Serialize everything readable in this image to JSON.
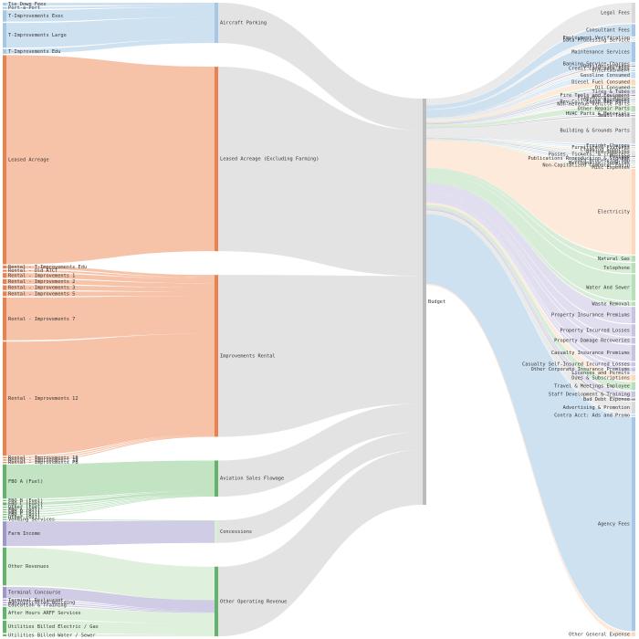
{
  "chart_data": {
    "type": "sankey",
    "title": "",
    "stages": [
      [
        "Tie Down Fees",
        "Port-a-Port",
        "T-Improvements Exec",
        "T-Improvements Large",
        "T-Improvements Edu",
        "Leased Acreage",
        "Rental - T-Improvements Edu",
        "Rental - Old ATCT",
        "Rental - Improvements 1",
        "Rental - Improvements 2",
        "Rental - Improvements 3",
        "Rental - Improvements 5",
        "Rental - Improvements 7",
        "Rental - Improvements 12",
        "Rental - Improvements 18",
        "Rental - Improvements 19",
        "Rental - Improvements PB",
        "FBO A (Fuel)",
        "FBO B (Fuel)",
        "FBO C (Fuel)",
        "Other (Fuel)",
        "FBO A (Oil)",
        "FBO B (Oil)",
        "FBO C (Oil)",
        "Other (Oil)",
        "Vending Services",
        "Farm Income",
        "Other Revenues",
        "Terminal Concourse",
        "Terminal Restaurant",
        "Administration Building",
        "Education & Training",
        "After Hours ARFF Services",
        "Utilities Billed Electric / Gas",
        "Utilities Billed Water / Sewer"
      ],
      [
        "Aircraft Parking",
        "Leased Acreage (Excluding Farming)",
        "Improvements Rental",
        "Aviation Sales Flowage",
        "Concessions",
        "Other Operating Revenue"
      ],
      [
        "Budget"
      ],
      [
        "Legal Fees",
        "Consultant Fees",
        "Employment Verification",
        "Data Processing Service",
        "Maintenance Services",
        "Banking Service Charges",
        "Outside Services",
        "Credit Card Bank Fees",
        "Entertainment",
        "Gasoline Consumed",
        "Diesel Fuel Consumed",
        "Oil Consumed",
        "Tires & Tubes",
        "Fire Tools and Equipment",
        "Fire Miscellaneous",
        "Office Equipment",
        "Rev Coll Equip Rep Parts",
        "Non-Revenue Vehicle Parts",
        "Other Repair Parts",
        "HVAC Parts & Materials",
        "Small Tools",
        "Building & Grounds Parts",
        "Freight Charges",
        "Furniture & Fixtures",
        "Cleaning Supplies",
        "Office Supplies",
        "Passes, Tickets, & Transfers",
        "Postage",
        "Publications Reproduction & Signage",
        "Data Processing Sup",
        "Merchandise, Supplies",
        "Non-Capitalized Computer Equip",
        "Misc Expenses",
        "Electricity",
        "Natural Gas",
        "Telephone",
        "Water And Sewer",
        "Waste Removal",
        "Property Insurance Premiums",
        "Property Incurred Losses",
        "Property Damage Recoveries",
        "Casualty Insurance Premiums",
        "Casualty Self-Insured Incurred Losses",
        "Other Corporate Insurance Premiums",
        "Licenses and Permits",
        "Dues & Subscriptions",
        "Travel & Meetings Employee",
        "Staff Development & Training",
        "Bad Debt Expense",
        "Advertising & Promotion",
        "Contra Acct: Ads and Promo",
        "Agency Fees",
        "Other General Expense"
      ]
    ],
    "flows": [
      {
        "source": "Tie Down Fees",
        "target": "Aircraft Parking",
        "value": 0.3
      },
      {
        "source": "Port-a-Port",
        "target": "Aircraft Parking",
        "value": 0.2
      },
      {
        "source": "T-Improvements Exec",
        "target": "Aircraft Parking",
        "value": 1.2
      },
      {
        "source": "T-Improvements Large",
        "target": "Aircraft Parking",
        "value": 2.6
      },
      {
        "source": "T-Improvements Edu",
        "target": "Aircraft Parking",
        "value": 0.5
      },
      {
        "source": "Leased Acreage",
        "target": "Leased Acreage (Excluding Farming)",
        "value": 22.0
      },
      {
        "source": "Rental - T-Improvements Edu",
        "target": "Improvements Rental",
        "value": 0.3
      },
      {
        "source": "Rental - Old ATCT",
        "target": "Improvements Rental",
        "value": 0.2
      },
      {
        "source": "Rental - Improvements 1",
        "target": "Improvements Rental",
        "value": 0.5
      },
      {
        "source": "Rental - Improvements 2",
        "target": "Improvements Rental",
        "value": 0.5
      },
      {
        "source": "Rental - Improvements 3",
        "target": "Improvements Rental",
        "value": 0.5
      },
      {
        "source": "Rental - Improvements 5",
        "target": "Improvements Rental",
        "value": 0.5
      },
      {
        "source": "Rental - Improvements 7",
        "target": "Improvements Rental",
        "value": 4.5
      },
      {
        "source": "Rental - Improvements 12",
        "target": "Improvements Rental",
        "value": 12.0
      },
      {
        "source": "Rental - Improvements 18",
        "target": "Improvements Rental",
        "value": 0.1
      },
      {
        "source": "Rental - Improvements 19",
        "target": "Improvements Rental",
        "value": 0.1
      },
      {
        "source": "Rental - Improvements PB",
        "target": "Improvements Rental",
        "value": 0.1
      },
      {
        "source": "FBO A (Fuel)",
        "target": "Aviation Sales Flowage",
        "value": 3.6
      },
      {
        "source": "FBO B (Fuel)",
        "target": "Aviation Sales Flowage",
        "value": 0.1
      },
      {
        "source": "FBO C (Fuel)",
        "target": "Aviation Sales Flowage",
        "value": 0.3
      },
      {
        "source": "Other (Fuel)",
        "target": "Aviation Sales Flowage",
        "value": 0.1
      },
      {
        "source": "FBO A (Oil)",
        "target": "Aviation Sales Flowage",
        "value": 0.05
      },
      {
        "source": "FBO B (Oil)",
        "target": "Aviation Sales Flowage",
        "value": 0.05
      },
      {
        "source": "FBO C (Oil)",
        "target": "Aviation Sales Flowage",
        "value": 0.05
      },
      {
        "source": "Other (Oil)",
        "target": "Aviation Sales Flowage",
        "value": 0.05
      },
      {
        "source": "Vending Services",
        "target": "Concessions",
        "value": 0.1
      },
      {
        "source": "Farm Income",
        "target": "Concessions",
        "value": 2.6
      },
      {
        "source": "Other Revenues",
        "target": "Other Operating Revenue",
        "value": 4.0
      },
      {
        "source": "Terminal Concourse",
        "target": "Other Operating Revenue",
        "value": 1.2
      },
      {
        "source": "Terminal Restaurant",
        "target": "Other Operating Revenue",
        "value": 0.1
      },
      {
        "source": "Administration Building",
        "target": "Other Operating Revenue",
        "value": 0.1
      },
      {
        "source": "Education & Training",
        "target": "Other Operating Revenue",
        "value": 0.1
      },
      {
        "source": "After Hours ARFF Services",
        "target": "Other Operating Revenue",
        "value": 1.3
      },
      {
        "source": "Utilities Billed Electric / Gas",
        "target": "Other Operating Revenue",
        "value": 1.3
      },
      {
        "source": "Utilities Billed Water / Sewer",
        "target": "Other Operating Revenue",
        "value": 0.2
      },
      {
        "source": "Aircraft Parking",
        "target": "Budget",
        "value": 4.8
      },
      {
        "source": "Leased Acreage (Excluding Farming)",
        "target": "Budget",
        "value": 22.0
      },
      {
        "source": "Improvements Rental",
        "target": "Budget",
        "value": 19.3
      },
      {
        "source": "Aviation Sales Flowage",
        "target": "Budget",
        "value": 4.3
      },
      {
        "source": "Concessions",
        "target": "Budget",
        "value": 2.7
      },
      {
        "source": "Other Operating Revenue",
        "target": "Budget",
        "value": 8.3
      },
      {
        "source": "Budget",
        "target": "Legal Fees",
        "value": 1.0
      },
      {
        "source": "Budget",
        "target": "Consultant Fees",
        "value": 0.6
      },
      {
        "source": "Budget",
        "target": "Employment Verification",
        "value": 0.05
      },
      {
        "source": "Budget",
        "target": "Data Processing Service",
        "value": 0.05
      },
      {
        "source": "Budget",
        "target": "Maintenance Services",
        "value": 1.0
      },
      {
        "source": "Budget",
        "target": "Banking Service Charges",
        "value": 0.05
      },
      {
        "source": "Budget",
        "target": "Outside Services",
        "value": 0.05
      },
      {
        "source": "Budget",
        "target": "Credit Card Bank Fees",
        "value": 0.05
      },
      {
        "source": "Budget",
        "target": "Entertainment",
        "value": 0.05
      },
      {
        "source": "Budget",
        "target": "Gasoline Consumed",
        "value": 0.3
      },
      {
        "source": "Budget",
        "target": "Diesel Fuel Consumed",
        "value": 0.3
      },
      {
        "source": "Budget",
        "target": "Oil Consumed",
        "value": 0.1
      },
      {
        "source": "Budget",
        "target": "Tires & Tubes",
        "value": 0.2
      },
      {
        "source": "Budget",
        "target": "Fire Tools and Equipment",
        "value": 0.05
      },
      {
        "source": "Budget",
        "target": "Fire Miscellaneous",
        "value": 0.05
      },
      {
        "source": "Budget",
        "target": "Office Equipment",
        "value": 0.05
      },
      {
        "source": "Budget",
        "target": "Rev Coll Equip Rep Parts",
        "value": 0.05
      },
      {
        "source": "Budget",
        "target": "Non-Revenue Vehicle Parts",
        "value": 0.05
      },
      {
        "source": "Budget",
        "target": "Other Repair Parts",
        "value": 0.3
      },
      {
        "source": "Budget",
        "target": "HVAC Parts & Materials",
        "value": 0.05
      },
      {
        "source": "Budget",
        "target": "Small Tools",
        "value": 0.05
      },
      {
        "source": "Budget",
        "target": "Building & Grounds Parts",
        "value": 1.3
      },
      {
        "source": "Budget",
        "target": "Freight Charges",
        "value": 0.05
      },
      {
        "source": "Budget",
        "target": "Furniture & Fixtures",
        "value": 0.05
      },
      {
        "source": "Budget",
        "target": "Cleaning Supplies",
        "value": 0.05
      },
      {
        "source": "Budget",
        "target": "Office Supplies",
        "value": 0.05
      },
      {
        "source": "Budget",
        "target": "Passes, Tickets, & Transfers",
        "value": 0.05
      },
      {
        "source": "Budget",
        "target": "Postage",
        "value": 0.05
      },
      {
        "source": "Budget",
        "target": "Publications Reproduction & Signage",
        "value": 0.05
      },
      {
        "source": "Budget",
        "target": "Data Processing Sup",
        "value": 0.05
      },
      {
        "source": "Budget",
        "target": "Merchandise, Supplies",
        "value": 0.05
      },
      {
        "source": "Budget",
        "target": "Non-Capitalized Computer Equip",
        "value": 0.05
      },
      {
        "source": "Budget",
        "target": "Misc Expenses",
        "value": 0.05
      },
      {
        "source": "Budget",
        "target": "Electricity",
        "value": 4.2
      },
      {
        "source": "Budget",
        "target": "Natural Gas",
        "value": 0.3
      },
      {
        "source": "Budget",
        "target": "Telephone",
        "value": 0.5
      },
      {
        "source": "Budget",
        "target": "Water And Sewer",
        "value": 1.3
      },
      {
        "source": "Budget",
        "target": "Waste Removal",
        "value": 0.2
      },
      {
        "source": "Budget",
        "target": "Property Insurance Premiums",
        "value": 0.8
      },
      {
        "source": "Budget",
        "target": "Property Incurred Losses",
        "value": 0.6
      },
      {
        "source": "Budget",
        "target": "Property Damage Recoveries",
        "value": 0.3
      },
      {
        "source": "Budget",
        "target": "Casualty Insurance Premiums",
        "value": 0.8
      },
      {
        "source": "Budget",
        "target": "Casualty Self-Insured Incurred Losses",
        "value": 0.2
      },
      {
        "source": "Budget",
        "target": "Other Corporate Insurance Premiums",
        "value": 0.2
      },
      {
        "source": "Budget",
        "target": "Licenses and Permits",
        "value": 0.05
      },
      {
        "source": "Budget",
        "target": "Dues & Subscriptions",
        "value": 0.3
      },
      {
        "source": "Budget",
        "target": "Travel & Meetings Employee",
        "value": 0.4
      },
      {
        "source": "Budget",
        "target": "Staff Development & Training",
        "value": 0.3
      },
      {
        "source": "Budget",
        "target": "Bad Debt Expense",
        "value": 0.1
      },
      {
        "source": "Budget",
        "target": "Advertising & Promotion",
        "value": 0.6
      },
      {
        "source": "Budget",
        "target": "Contra Acct: Ads and Promo",
        "value": 0.05
      },
      {
        "source": "Budget",
        "target": "Agency Fees",
        "value": 10.5
      },
      {
        "source": "Budget",
        "target": "Other General Expense",
        "value": 0.2
      }
    ],
    "colors": {
      "blue": "#c6dcef",
      "blue_node": "#a6c8e6",
      "orange": "#f6b999",
      "orange_node": "#e9824f",
      "orange_light": "#fdd8bd",
      "green": "#b7dfb8",
      "green_node": "#63b36a",
      "green_light": "#d9eed7",
      "purple": "#c9c3e2",
      "purple_node": "#9e98c8",
      "gray": "#d9d9d9",
      "gray_node": "#bbbbbb",
      "gray_dark": "#9a9a9a"
    }
  }
}
